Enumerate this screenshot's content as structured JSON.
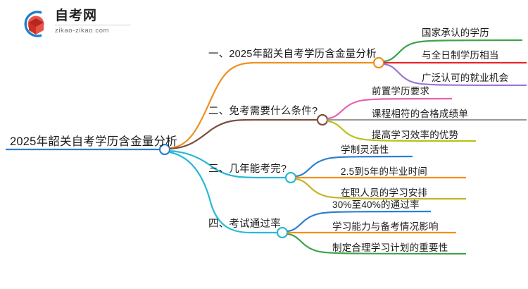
{
  "logo": {
    "title": "自考网",
    "subtitle": "zikao-zikao.com",
    "mark_name": "book-circle-logo-icon",
    "brand_blue": "#1e7fc8",
    "brand_red": "#d8352a"
  },
  "mindmap": {
    "root": {
      "text": "2025年韶关自考学历含金量分析",
      "line_color": "#2f7fd0",
      "node_color": "#2f7fd0"
    },
    "branches": [
      {
        "text": "一、2025年韶关自考学历含金量分析",
        "line_color": "#ef8f20",
        "node_color": "#ef8f20",
        "children": [
          {
            "text": "国家承认的学历",
            "line_color": "#3fa34a"
          },
          {
            "text": "与全日制学历相当",
            "line_color": "#e8252a"
          },
          {
            "text": "广泛认可的就业机会",
            "line_color": "#9b77d4"
          }
        ]
      },
      {
        "text": "二、免考需要什么条件?",
        "line_color": "#7c4f42",
        "node_color": "#7c4f42",
        "children": [
          {
            "text": "前置学历要求",
            "line_color": "#e862b0"
          },
          {
            "text": "课程相符的合格成绩单",
            "line_color": "#9a9a9a"
          },
          {
            "text": "提高学习效率的优势",
            "line_color": "#b9c219"
          }
        ]
      },
      {
        "text": "三、几年能考完?",
        "line_color": "#29b9d6",
        "node_color": "#29b9d6",
        "children": [
          {
            "text": "学制灵活性",
            "line_color": "#2f7fd0"
          },
          {
            "text": "2.5到5年的毕业时间",
            "line_color": "#f59018"
          },
          {
            "text": "在职人员的学习安排",
            "line_color": "#c5b326"
          }
        ]
      },
      {
        "text": "四、考试通过率",
        "line_color": "#29b9d6",
        "node_color": "#29b9d6",
        "children": [
          {
            "text": "30%至40%的通过率",
            "line_color": "#2f7fd0"
          },
          {
            "text": "学习能力与备考情况影响",
            "line_color": "#f59018"
          },
          {
            "text": "制定合理学习计划的重要性",
            "line_color": "#3fa34a"
          }
        ]
      }
    ]
  }
}
